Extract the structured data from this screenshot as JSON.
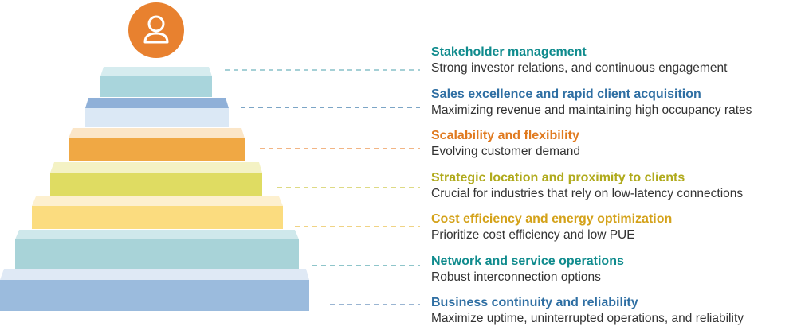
{
  "icon": {
    "name": "person-icon",
    "color": "#e8812f"
  },
  "connector_style": "dashed",
  "levels": [
    {
      "title": "Stakeholder management",
      "description": "Strong investor relations, and continuous engagement",
      "title_color": "#0f8b8d",
      "face_color": "#a9d5dc",
      "top_color": "#d6ecef",
      "line_color": "#6fb3be"
    },
    {
      "title": "Sales excellence and rapid client acquisition",
      "description": "Maximizing revenue and maintaining high occupancy rates",
      "title_color": "#2f6fa3",
      "face_color": "#dbe8f5",
      "top_color": "#8fb0d8",
      "line_color": "#2f6fa3"
    },
    {
      "title": "Scalability and flexibility",
      "description": "Evolving customer demand",
      "title_color": "#e07a1f",
      "face_color": "#f0a844",
      "top_color": "#fbe6c8",
      "line_color": "#e9893a"
    },
    {
      "title": "Strategic location and proximity to clients",
      "description": "Crucial for industries that rely on low-latency connections",
      "title_color": "#b0aa1c",
      "face_color": "#dfdc62",
      "top_color": "#f4f2c4",
      "line_color": "#c9c43a"
    },
    {
      "title": "Cost efficiency and energy optimization",
      "description": "Prioritize cost efficiency and low PUE",
      "title_color": "#d4a21a",
      "face_color": "#fbdc7f",
      "top_color": "#fdf0cf",
      "line_color": "#e8b93a"
    },
    {
      "title": "Network and service operations",
      "description": "Robust interconnection options",
      "title_color": "#0f8b8d",
      "face_color": "#a8d3d8",
      "top_color": "#cfe8eb",
      "line_color": "#4ba2aa"
    },
    {
      "title": "Business continuity and reliability",
      "description": "Maximize uptime, uninterrupted operations, and reliability",
      "title_color": "#2f6fa3",
      "face_color": "#9bbbdd",
      "top_color": "#dfe9f5",
      "line_color": "#5d89b6"
    }
  ]
}
